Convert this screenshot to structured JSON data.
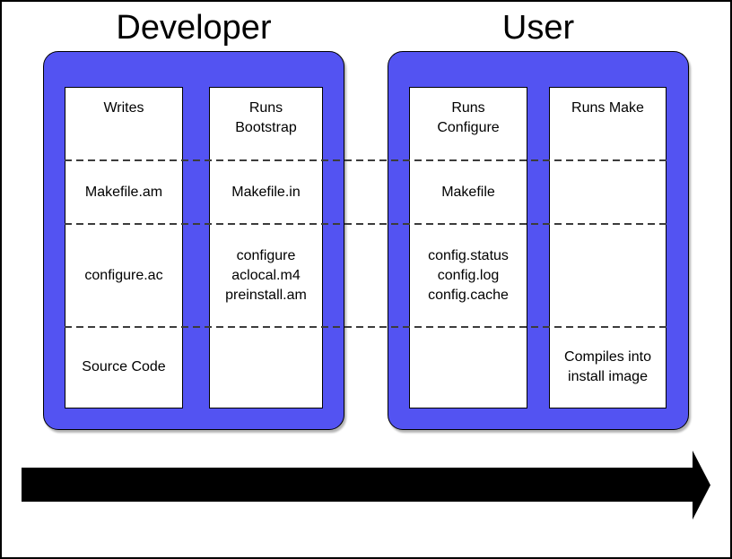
{
  "titles": {
    "developer": "Developer",
    "user": "User"
  },
  "colors": {
    "panel_blue": "#5353f2",
    "column_bg": "#ffffff",
    "line": "#000000",
    "dash": "#3c3c3c",
    "arrow": "#000000",
    "bg": "#ffffff"
  },
  "columns": [
    {
      "id": "developer-writes",
      "cells": [
        "Writes",
        "Makefile.am",
        "configure.ac",
        "Source Code"
      ]
    },
    {
      "id": "developer-bootstrap",
      "cells": [
        "Runs\nBootstrap",
        "Makefile.in",
        "configure\naclocal.m4\npreinstall.am",
        ""
      ]
    },
    {
      "id": "user-configure",
      "cells": [
        "Runs\nConfigure",
        "Makefile",
        "config.status\nconfig.log\nconfig.cache",
        ""
      ]
    },
    {
      "id": "user-make",
      "cells": [
        "Runs Make",
        "",
        "",
        "Compiles into\ninstall image"
      ]
    }
  ]
}
